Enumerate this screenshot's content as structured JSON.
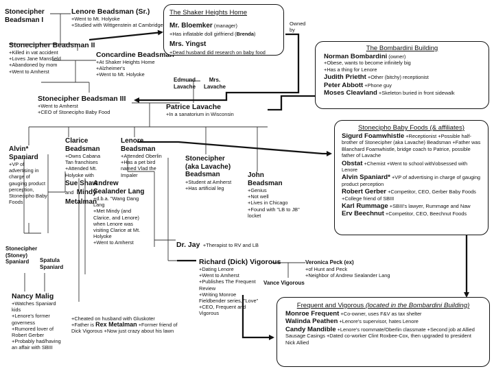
{
  "people": {
    "s1": {
      "name": "Stonecipher Beadsman I",
      "desc": ""
    },
    "ls": {
      "name": "Lenore Beadsman (Sr.)",
      "desc": "+Went to Mt. Holyoke\n+Studied with Wittgenstein at Cambridge"
    },
    "s2": {
      "name": "Stonecipher Beadsman II",
      "desc": "+Killed in vat accident\n+Loves Jane Mansfield\n+Abandoned by mom\n+Went to Amherst"
    },
    "cb": {
      "name": "Concardine Beadsman",
      "desc": "+At Shaker Heights Home\n+Alzheimer's\n+Went to Mt. Holyoke"
    },
    "el": {
      "name": "Edmund Lavache"
    },
    "ml": {
      "name": "Mrs. Lavache"
    },
    "s3": {
      "name": "Stonecipher Beadsman III",
      "desc": "+Went to Amherst\n+CEO of Stonecipho Baby Food"
    },
    "pl": {
      "name": "Patrice Lavache",
      "desc": "+In a sanatorium in Wisconsin"
    },
    "as": {
      "name": "Alvin* Spaniard",
      "desc": "+VP of advertising in charge of gauging product perception, Stonecipho Baby Foods"
    },
    "cl": {
      "name": "Clarice Beadsman",
      "desc": "+Owns Cabana Tan franchises\n+Attended Mt. Holyoke with"
    },
    "ss": {
      "name": "Sue Shaw",
      "and": "and",
      "mm": "Mindy Metalman"
    },
    "lb": {
      "name": "Lenore Beadsman",
      "desc": "+Attended Oberlin\n+Has a pet bird named Vlad the Impaler"
    },
    "sl": {
      "name": "Stonecipher (aka Lavache) Beadsman",
      "desc": "+Student at Amherst\n+Has artificial leg"
    },
    "jb": {
      "name": "John Beadsman",
      "desc": "+Genius\n+Not well\n+Lives in Chicago\n+Found with \"LB to JB\" locket"
    },
    "asl": {
      "name": "Andrew Sealander Lang",
      "desc": "+d.b.a. \"Wang Dang Lang\n+Met Mindy (and Clarice, and Lenore) when Lenore was visiting Clarice at Mt. Holyoke\n+Went to Amherst"
    },
    "dj": {
      "name": "Dr. Jay",
      "desc": "+Therapist to RV and LB"
    },
    "ssp": {
      "name": "Stonecipher (Stoney) Spaniard"
    },
    "spa": {
      "name": "Spatula Spaniard"
    },
    "nm": {
      "name": "Nancy Malig",
      "desc": "+Watches Spaniard kids\n+Lenore's former governess\n+Rumored lover of Robert Gerber\n+Probably had/having an affair with SBIII"
    },
    "rv": {
      "name": "Richard (Dick) Vigorous",
      "desc": "+Dating Lenore\n+Went to Amherst\n+Publishes The Frequent Review\n+Writing Monroe Fieldbender series, \"Love\"\n+CEO, Frequent and Vigorous"
    },
    "vp": {
      "name": "Veronica Peck (ex)",
      "desc": "+of Hunt and Peck\n+Neighbor of Andrew Sealander Lang"
    },
    "vv": {
      "name": "Vance Vigorous"
    },
    "rm": {
      "pre1": "+Cheated on husband with Gluskoter",
      "pre2": "+Father is ",
      "name": "Rex Metalman",
      "post": " +Former friend of Dick Vigorous +Now just crazy about his lawn"
    }
  },
  "owned_by": "Owned by",
  "shaker": {
    "title": "The Shaker Heights Home",
    "m1": {
      "name": "Mr. Bloemker",
      "role": " (manager)",
      "d1": "+Has inflatable doll girlfriend (",
      "gf": "Brenda",
      "d2": ")"
    },
    "m2": {
      "name": "Mrs. Yingst",
      "d": "+Dead husband did research on baby food"
    }
  },
  "bombardini": {
    "title": "The Bombardini Building",
    "e": [
      {
        "name": "Norman Bombardini",
        "d": " (owner)\n+Obese, wants to become infinitely big\n+Has a thing for Lenore"
      },
      {
        "name": "Judith Prietht",
        "d": " +Other (bitchy) receptionist"
      },
      {
        "name": "Peter Abbott",
        "d": " +Phone guy"
      },
      {
        "name": "Moses Cleavland",
        "d": " +Skeleton buried in front sidewalk"
      }
    ]
  },
  "stonecipho": {
    "title": "Stonecipho Baby Foods (& affiliates)",
    "e": [
      {
        "name": "Sigurd Foamwhistle",
        "d": " +Receptionist +Possible half-brother of Stonecipher (aka Lavache) Beadsman +Father was Blanchard Foamwhistle, bridge coach to Patrice, possible father of Lavache"
      },
      {
        "name": "Obstat",
        "d": " +Chemist +Went to school with/obsessed with Lenore"
      },
      {
        "name": "Alvin Spaniard*",
        "d": " +VP of advertising in charge of gauging product perception"
      },
      {
        "name": "Robert Gerber",
        "d": " +Competitor, CEO, Gerber Baby Foods +College friend of SBIII"
      },
      {
        "name": "Karl Rummage",
        "d": " +SBIII's lawyer, Rummage and Naw"
      },
      {
        "name": "Erv Beechnut",
        "d": " +Competitor, CEO, Beechnut Foods"
      }
    ]
  },
  "fv": {
    "title_a": "Frequent and Vigorous",
    "title_b": " (located in the Bombardini Building)",
    "e": [
      {
        "name": "Monroe Frequent",
        "d": " +Co-owner, uses F&V as tax shelter"
      },
      {
        "name": "Walinda Peathen",
        "d": " +Lenore's supervisor, hates Lenore"
      },
      {
        "name": "Candy Mandible",
        "d": " +Lenore's roommate/Oberlin classmate +Second job at Allied Sausage Casings +Dated co-worker Clint Roxbee-Cox, then upgraded to president Nick Allied"
      }
    ]
  }
}
